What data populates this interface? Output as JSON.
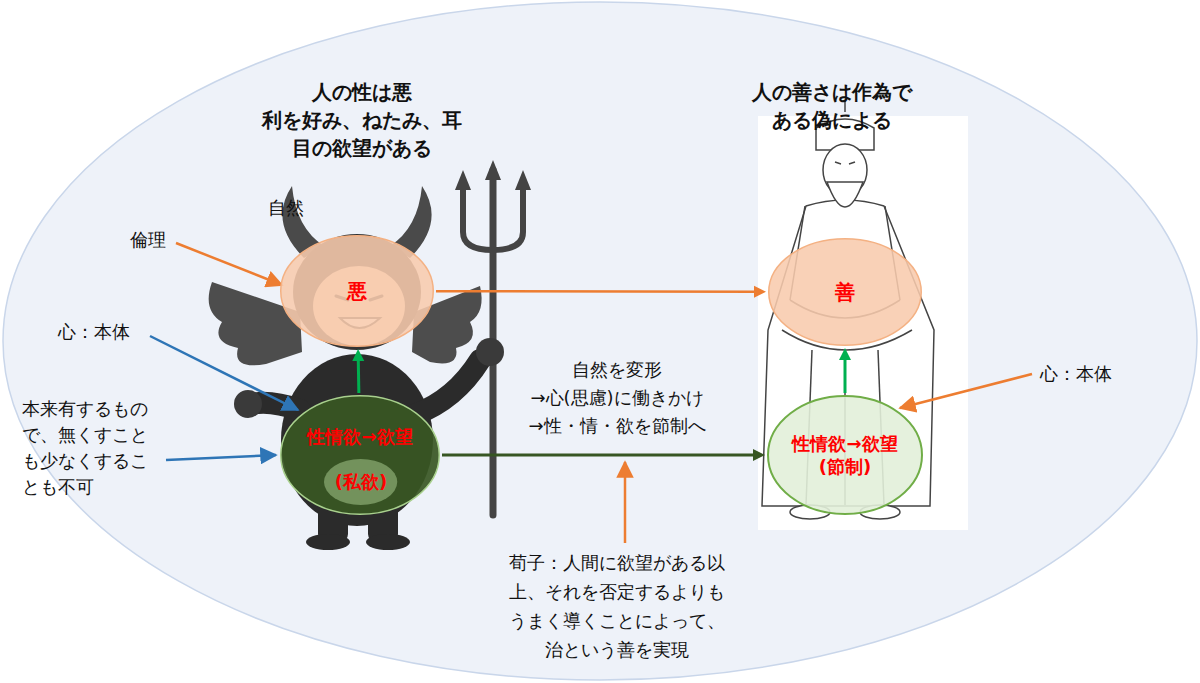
{
  "diagram": {
    "nodes": [
      {
        "text": [
          "悪"
        ]
      },
      {
        "text": [
          "善"
        ]
      },
      {
        "text": [
          "性情欲→欲望"
        ]
      },
      {
        "text": [
          "(私欲)"
        ],
        "in": 2
      },
      {
        "text": [
          "性情欲→欲望 (節制)"
        ]
      }
    ],
    "edges": [
      {
        "from": 2,
        "to": 0,
        "arrow": "to"
      },
      {
        "from": 0,
        "to": 1,
        "arrow": "to"
      },
      {
        "from": 2,
        "to": 4,
        "arrow": "to",
        "label": "自然を変形 →心(思慮)に働きかけ →性・情・欲を節制へ"
      },
      {
        "from": 4,
        "to": 1,
        "arrow": "to"
      }
    ],
    "labels": [
      "人の性は悪 利を好み、ねたみ、耳 目の欲望がある",
      "人の善さは作為で ある偽による",
      "自然",
      "倫理",
      "心：本体",
      "本来有するもの で、無くすこと も少なくするこ とも不可",
      "心：本体",
      "荀子：人間に欲望がある以 上、それを否定するよりも うまく導くことによって、 治という善を実現"
    ]
  }
}
